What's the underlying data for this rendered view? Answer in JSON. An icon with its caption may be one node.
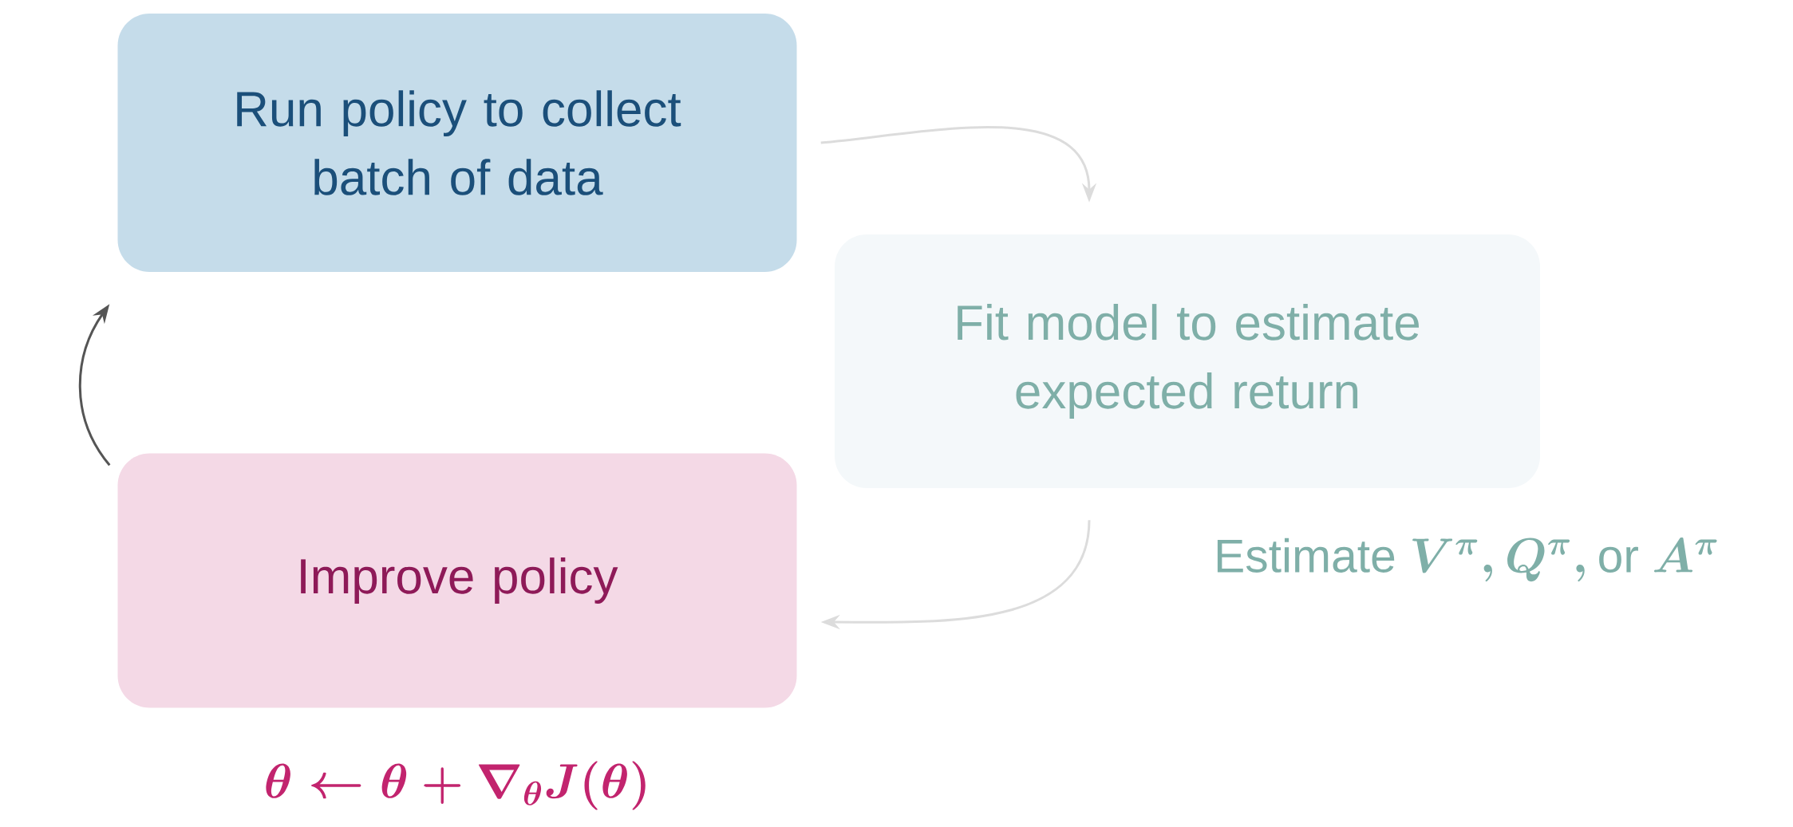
{
  "diagram": {
    "nodes": [
      {
        "text": [
          "Run policy to collect batch of data"
        ]
      },
      {
        "text": [
          "Fit model to estimate expected return"
        ]
      },
      {
        "text": [
          "Improve policy"
        ]
      }
    ],
    "edges": [
      {
        "from": 0,
        "to": 1,
        "arrow": "to"
      },
      {
        "from": 1,
        "to": 2,
        "arrow": "to"
      },
      {
        "from": 2,
        "to": 0,
        "arrow": "to",
        "color": "#555555"
      }
    ],
    "labels": [
      "\\text{Estimate } V^{\\pi}, Q^{\\pi}, \\text{or } A^{\\pi}",
      "\\theta \\leftarrow \\theta + \\nabla_{\\theta} J(\\theta)"
    ]
  }
}
